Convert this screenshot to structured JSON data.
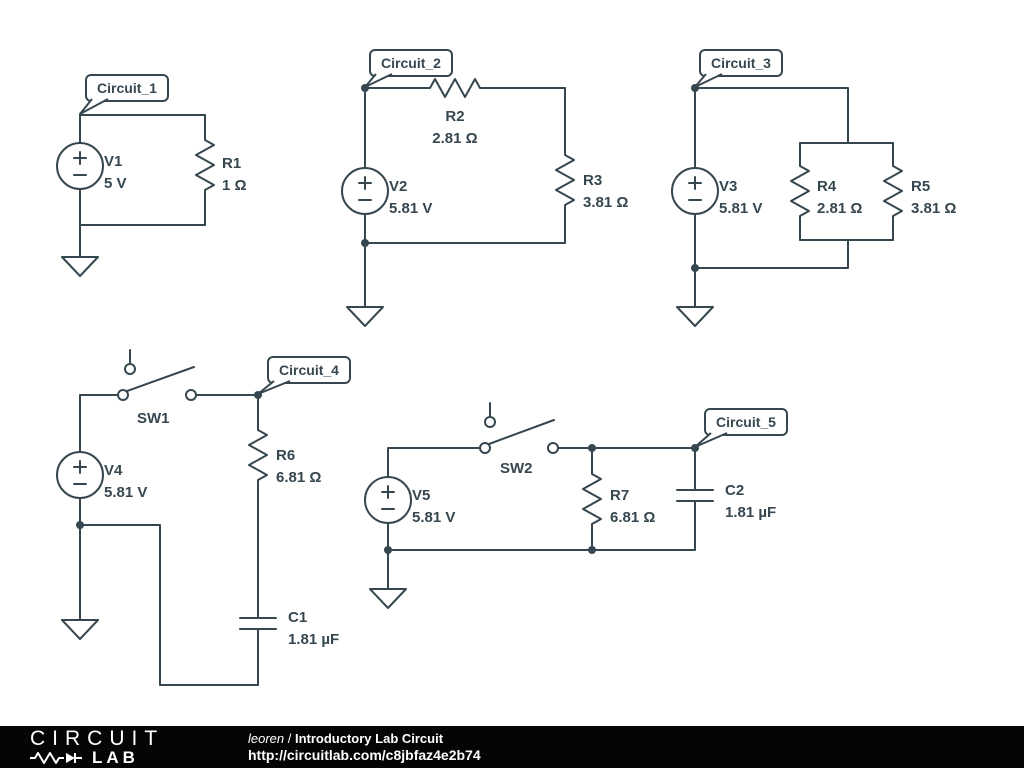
{
  "meta": {
    "ink_color": "#37474f",
    "background": "#ffffff",
    "footer_bg": "#050505"
  },
  "circuits": {
    "c1": {
      "label": "Circuit_1",
      "v": {
        "name": "V1",
        "value": "5 V"
      },
      "r": {
        "name": "R1",
        "value": "1 Ω"
      }
    },
    "c2": {
      "label": "Circuit_2",
      "v": {
        "name": "V2",
        "value": "5.81 V"
      },
      "r2": {
        "name": "R2",
        "value": "2.81 Ω"
      },
      "r3": {
        "name": "R3",
        "value": "3.81 Ω"
      }
    },
    "c3": {
      "label": "Circuit_3",
      "v": {
        "name": "V3",
        "value": "5.81 V"
      },
      "r4": {
        "name": "R4",
        "value": "2.81 Ω"
      },
      "r5": {
        "name": "R5",
        "value": "3.81 Ω"
      }
    },
    "c4": {
      "label": "Circuit_4",
      "sw": "SW1",
      "v": {
        "name": "V4",
        "value": "5.81 V"
      },
      "r": {
        "name": "R6",
        "value": "6.81 Ω"
      },
      "c": {
        "name": "C1",
        "value": "1.81 µF"
      }
    },
    "c5": {
      "label": "Circuit_5",
      "sw": "SW2",
      "v": {
        "name": "V5",
        "value": "5.81 V"
      },
      "r": {
        "name": "R7",
        "value": "6.81 Ω"
      },
      "c": {
        "name": "C2",
        "value": "1.81 µF"
      }
    }
  },
  "footer": {
    "logo_top": "CIRCUIT",
    "logo_bottom": "LAB",
    "author": "leoren",
    "separator": " / ",
    "title": "Introductory Lab Circuit",
    "url": "http://circuitlab.com/c8jbfaz4e2b74"
  }
}
